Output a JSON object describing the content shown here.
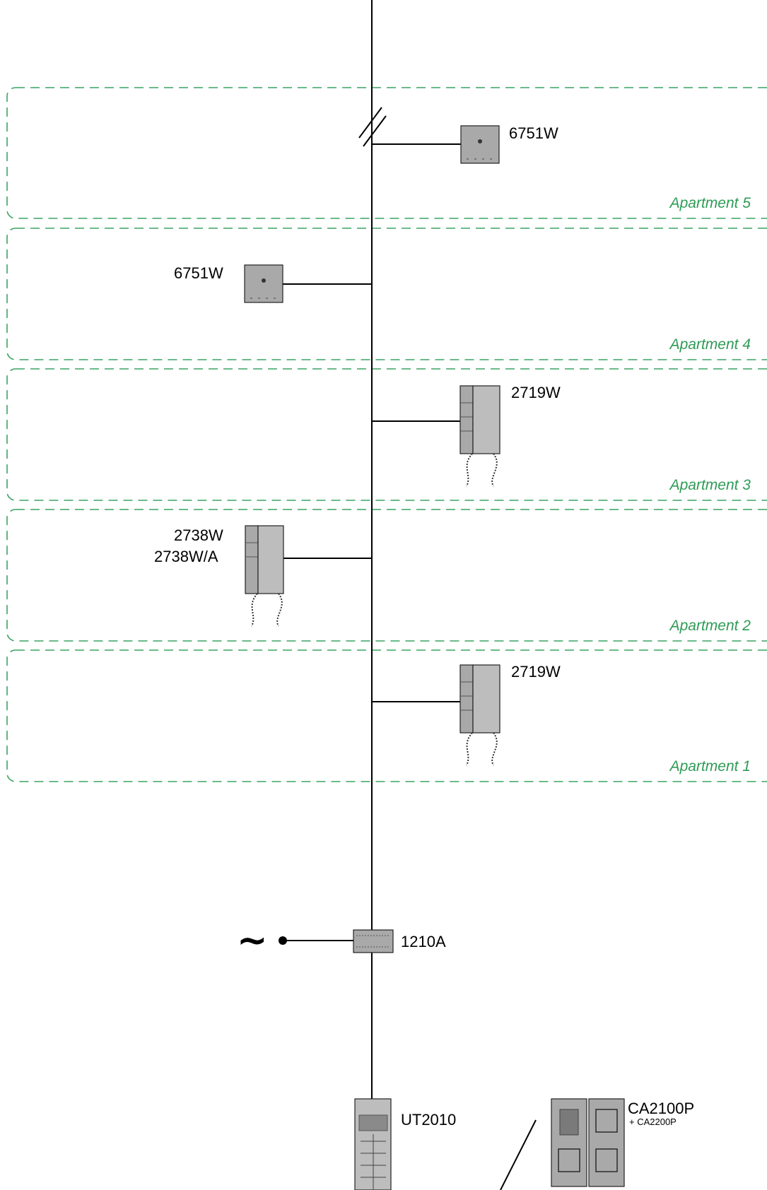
{
  "apartments": {
    "apt5": "Apartment 5",
    "apt4": "Apartment 4",
    "apt3": "Apartment 3",
    "apt2": "Apartment 2",
    "apt1": "Apartment 1"
  },
  "devices": {
    "apt5_device": "6751W",
    "apt4_device": "6751W",
    "apt3_device": "2719W",
    "apt2_device_a": "2738W",
    "apt2_device_b": "2738W/A",
    "apt1_device": "2719W",
    "power_supply": "1210A",
    "entrance_panel": "UT2010",
    "alt_panel": "CA2100P",
    "alt_panel_addon": "+ CA2200P"
  },
  "symbols": {
    "mains": "~"
  },
  "colors": {
    "apartment_zone": "#3aa463",
    "apartment_label": "#2e9b56",
    "device_fill": "#a9a9a9"
  }
}
